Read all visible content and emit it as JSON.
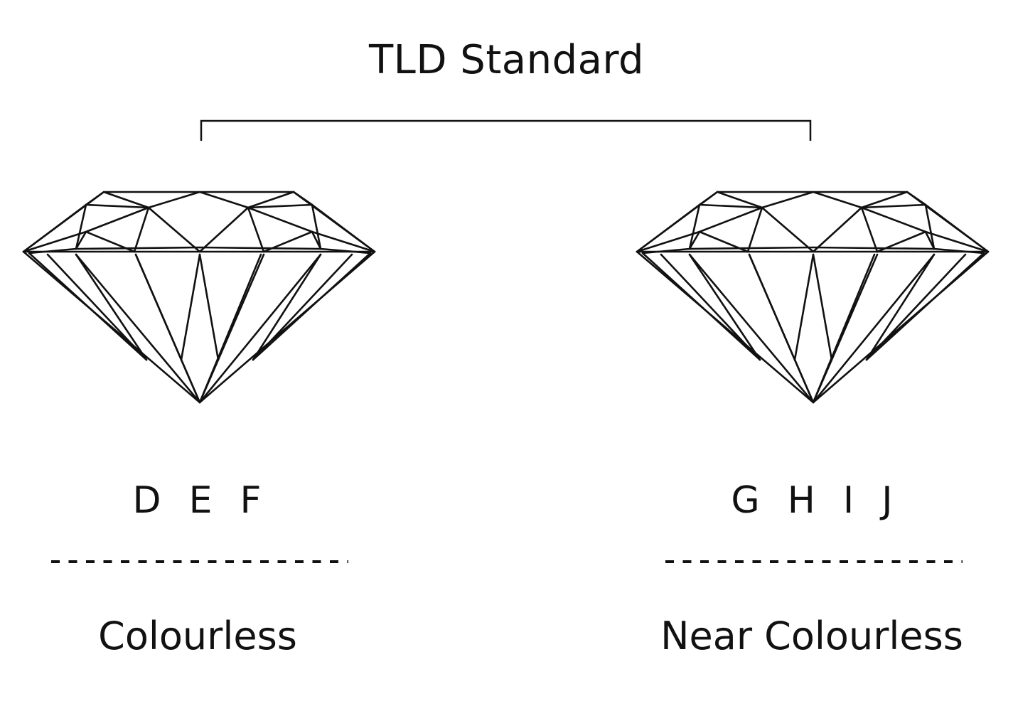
{
  "title": "TLD Standard",
  "groups": [
    {
      "grades": "D  E  F",
      "label": "Colourless"
    },
    {
      "grades": "G  H  I  J",
      "label": "Near Colourless"
    }
  ],
  "colors": {
    "ink": "#111111",
    "background": "#ffffff"
  }
}
